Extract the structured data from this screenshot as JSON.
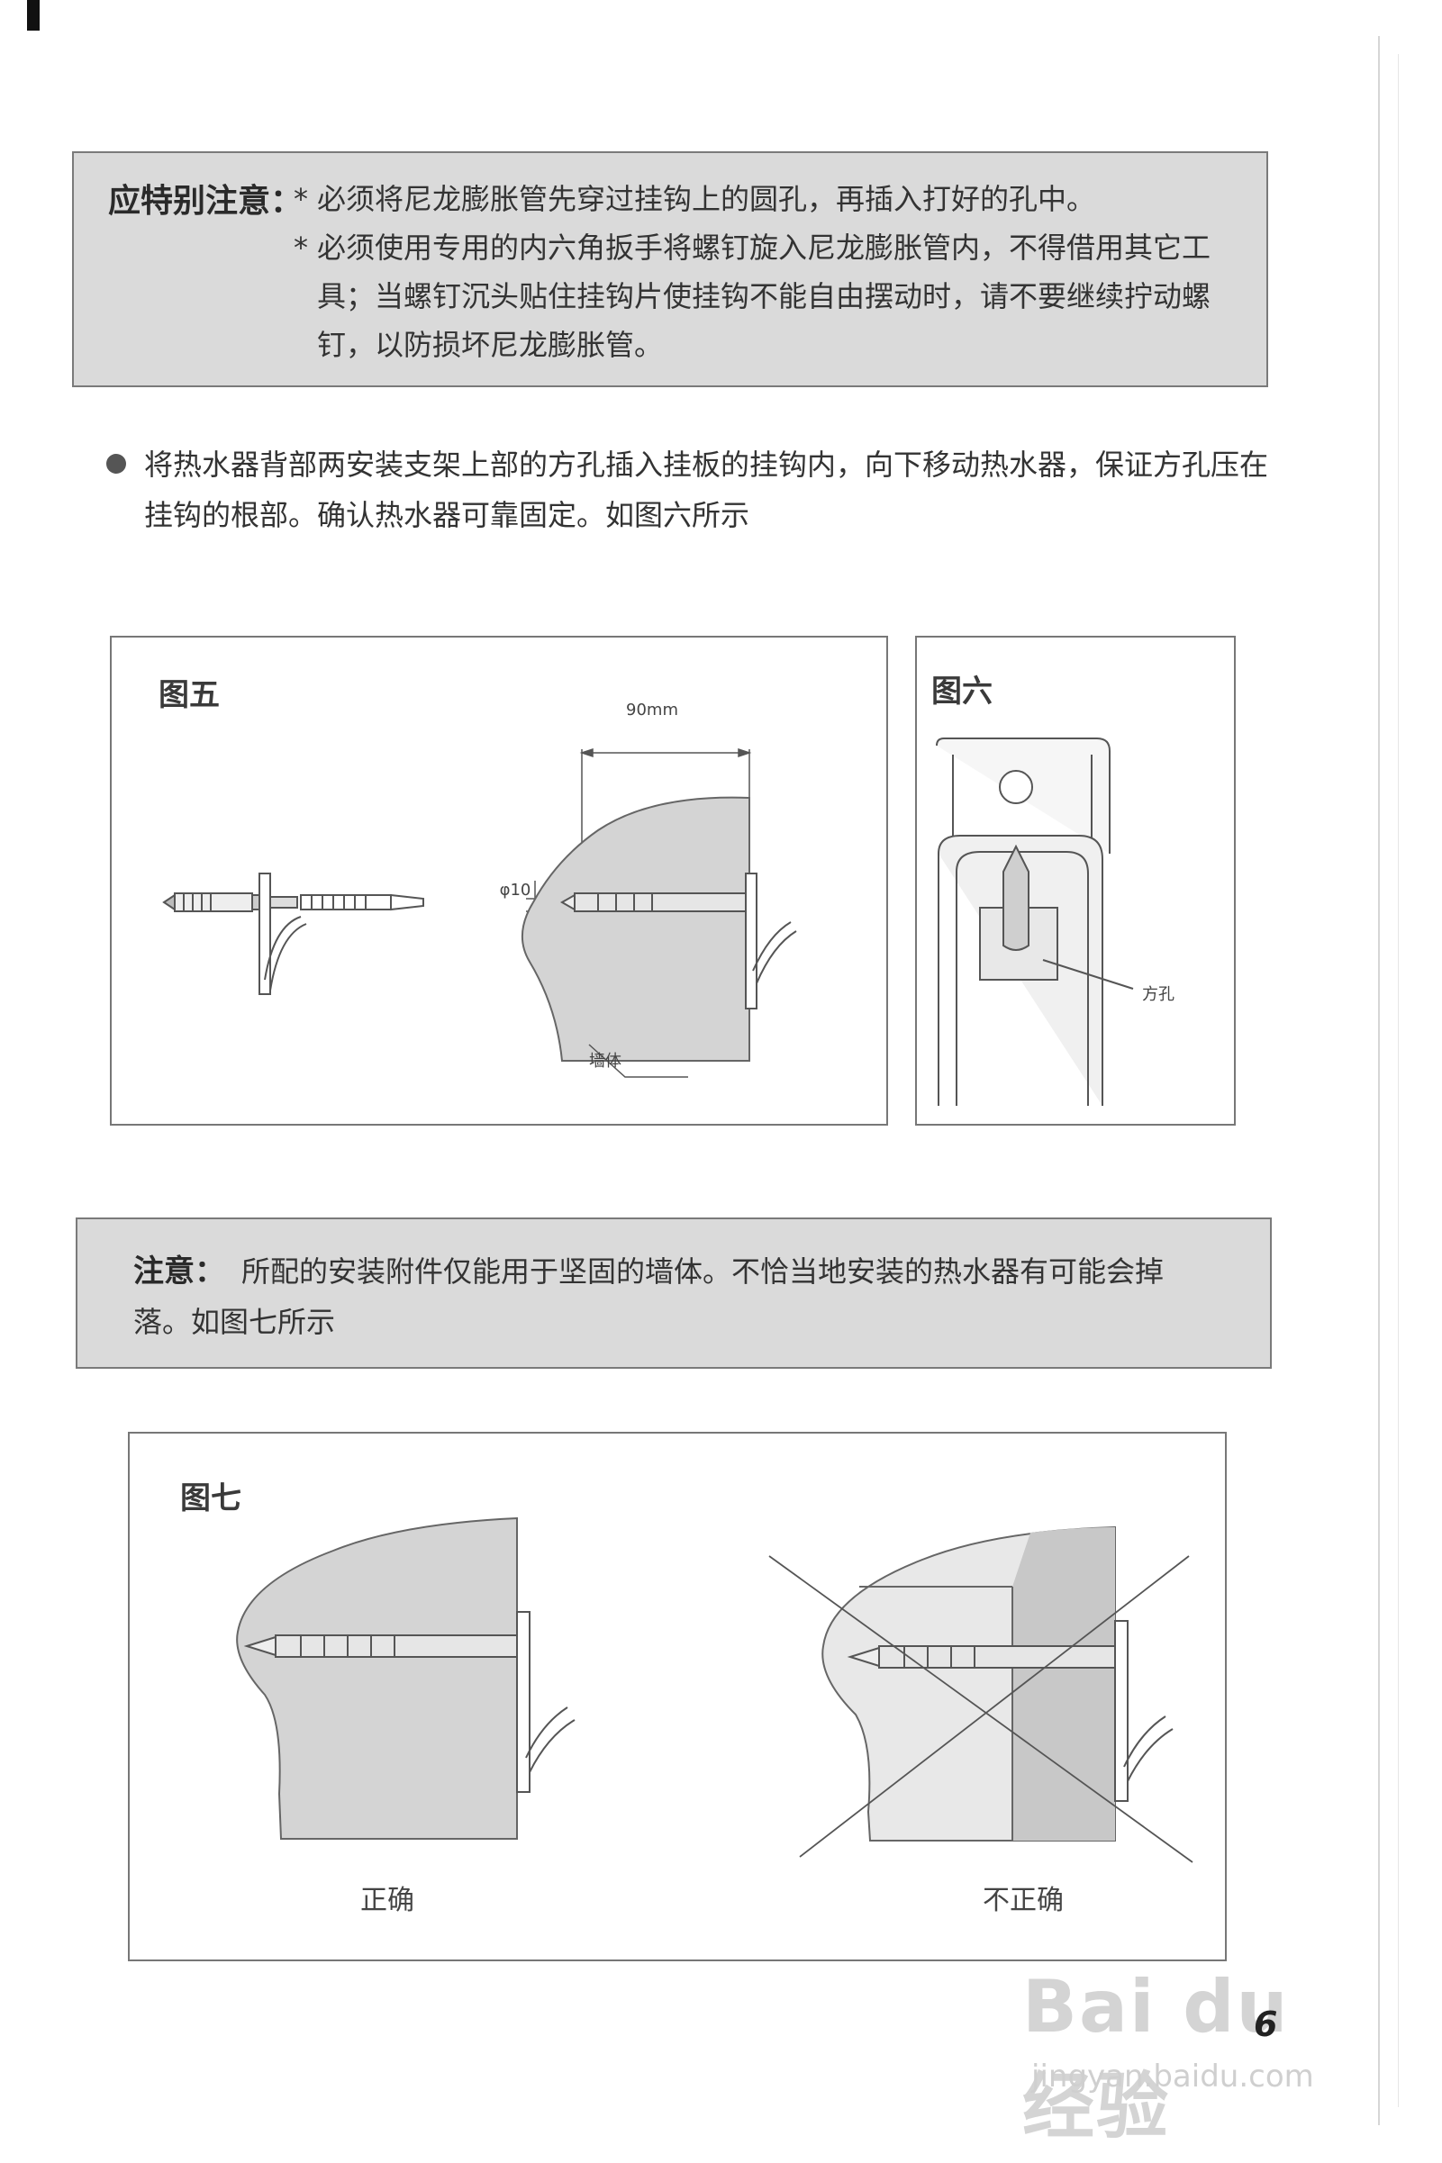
{
  "note1": {
    "label": "应特别注意：",
    "items": [
      "必须将尼龙膨胀管先穿过挂钩上的圆孔，再插入打好的孔中。",
      "必须使用专用的内六角扳手将螺钉旋入尼龙膨胀管内，不得借用其它工具；当螺钉沉头贴住挂钩片使挂钩不能自由摆动时，请不要继续拧动螺钉，以防损坏尼龙膨胀管。"
    ],
    "star": "*"
  },
  "bullet_text": "将热水器背部两安装支架上部的方孔插入挂板的挂钩内，向下移动热水器，保证方孔压在挂钩的根部。确认热水器可靠固定。如图六所示",
  "figure5": {
    "title": "图五",
    "dim_width": "90mm",
    "dim_diameter": "φ10",
    "wall_label": "墙体"
  },
  "figure6": {
    "title": "图六",
    "hole_label": "方孔"
  },
  "note2": {
    "label": "注意：",
    "text": "所配的安装附件仅能用于坚固的墙体。不恰当地安装的热水器有可能会掉落。如图七所示"
  },
  "figure7": {
    "title": "图七",
    "correct_label": "正确",
    "incorrect_label": "不正确"
  },
  "page_number": "6",
  "watermark": {
    "logo": "Bai du 经验",
    "url": "jingyan.baidu.com"
  }
}
